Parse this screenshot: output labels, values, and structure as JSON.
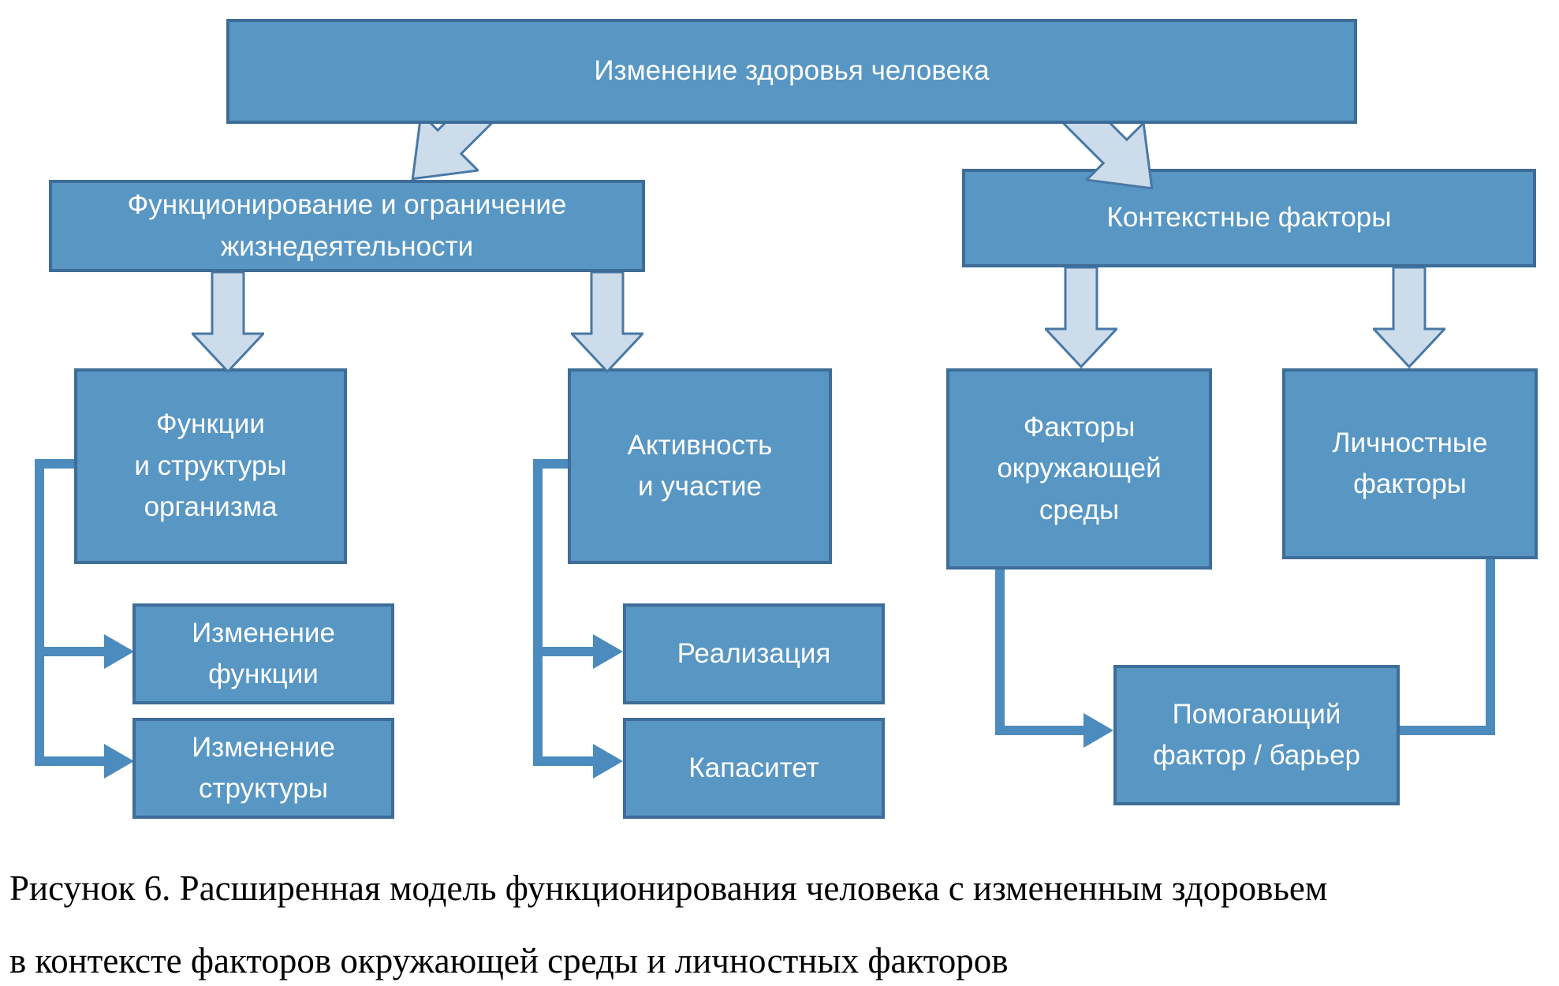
{
  "colors": {
    "box_fill": "#5896c4",
    "box_border": "#3d6d98",
    "block_arrow_fill": "#cddcea",
    "block_arrow_border": "#4878a5",
    "connector": "#4b8bbd",
    "box_text": "#ffffff",
    "caption_text": "#000000"
  },
  "diagram": {
    "root": {
      "label": "Изменение здоровья человека"
    },
    "level2": {
      "functioning": {
        "label": "Функционирование и ограничение\nжизнедеятельности"
      },
      "contextual": {
        "label": "Контекстные факторы"
      }
    },
    "level3": {
      "body_functions": {
        "label": "Функции\nи структуры\nорганизма"
      },
      "activity": {
        "label": "Активность\nи участие"
      },
      "environmental": {
        "label": "Факторы\nокружающей\nсреды"
      },
      "personal": {
        "label": "Личностные\nфакторы"
      }
    },
    "level4": {
      "function_change": {
        "label": "Изменение\nфункции"
      },
      "structure_change": {
        "label": "Изменение\nструктуры"
      },
      "performance": {
        "label": "Реализация"
      },
      "capacity": {
        "label": "Капаситет"
      },
      "facilitator_barrier": {
        "label": "Помогающий\nфактор / барьер"
      }
    }
  },
  "caption": {
    "line1": "Рисунок 6. Расширенная модель функционирования человека с измененным здоровьем",
    "line2": "в контексте факторов окружающей среды и личностных факторов"
  }
}
